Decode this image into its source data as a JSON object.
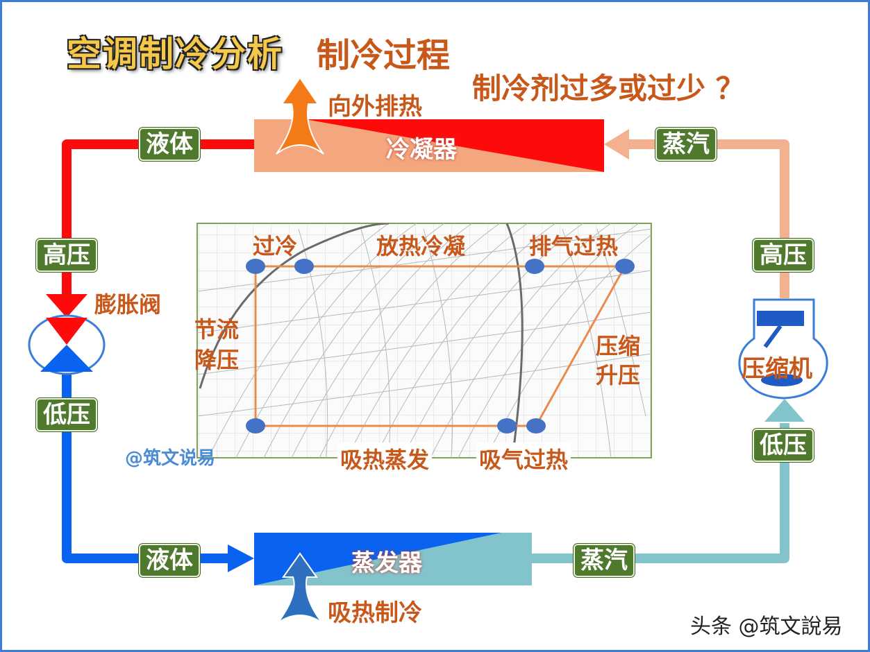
{
  "title": "空调制冷分析",
  "subtitle": "制冷过程",
  "question": "制冷剂过多或过少 ？",
  "heat_out": "向外排热",
  "condenser": "冷凝器",
  "evaporator": "蒸发器",
  "heat_in": "吸热制冷",
  "expansion_valve": "膨胀阀",
  "compressor": "压缩机",
  "labels": {
    "liquid_top": "液体",
    "liquid_bottom": "液体",
    "vapor_top": "蒸汽",
    "vapor_bottom": "蒸汽",
    "high_left": "高压",
    "low_left": "低压",
    "high_right": "高压",
    "low_right": "低压"
  },
  "diagram": {
    "subcool": "过冷",
    "condense": "放热冷凝",
    "discharge": "排气过热",
    "throttle_1": "节流",
    "throttle_2": "降压",
    "compress_1": "压缩",
    "compress_2": "升压",
    "evaporate": "吸热蒸发",
    "suction": "吸气过热"
  },
  "credit": "@筑文说易",
  "watermark": "头条 @筑文說易",
  "colors": {
    "hot": "#ff0a0a",
    "hot_light": "#f4a77e",
    "cold": "#0a62f0",
    "cold_light": "#83c3cb",
    "label_green": "#4f7a2e",
    "orange": "#e8823e",
    "node_blue": "#4472c4",
    "frame_blue": "#3b7dd8"
  }
}
